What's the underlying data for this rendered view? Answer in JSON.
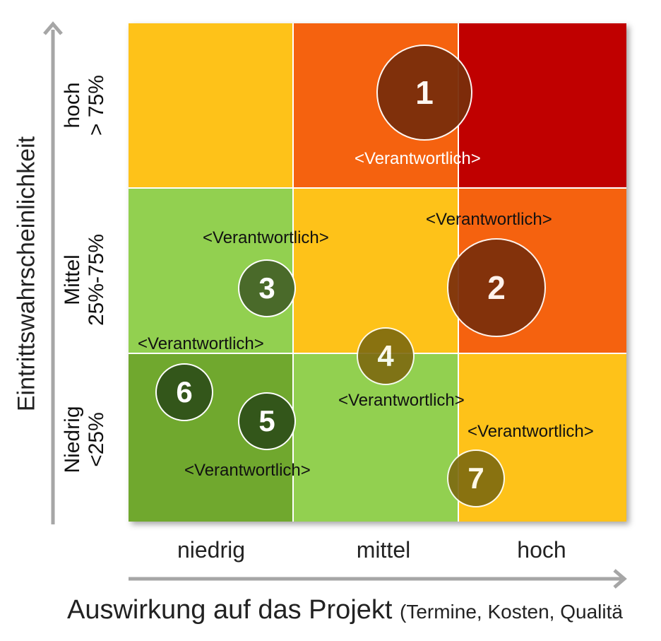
{
  "y_axis": {
    "title": "Eintrittswahrscheinlichkeit",
    "rows": [
      {
        "line1": "hoch",
        "line2": "> 75%"
      },
      {
        "line1": "Mittel",
        "line2": "25%-75%"
      },
      {
        "line1": "Niedrig",
        "line2": "<25%"
      }
    ]
  },
  "x_axis": {
    "title": "Auswirkung auf das Projekt",
    "subtitle": "(Termine, Kosten, Qualitä",
    "columns": [
      "niedrig",
      "mittel",
      "hoch"
    ]
  },
  "cell_colors": [
    [
      "#FEC219",
      "#F5620F",
      "#C00000"
    ],
    [
      "#92D050",
      "#FEC219",
      "#F5620F"
    ],
    [
      "#70A82E",
      "#92D050",
      "#FEC219"
    ]
  ],
  "risks": [
    {
      "number": "1",
      "responsible": "<Verantwortlich>",
      "color": "#7A2E0B",
      "label_color": "#ffffff"
    },
    {
      "number": "2",
      "responsible": "<Verantwortlich>",
      "color": "#7A2E0B",
      "label_color": "#111111"
    },
    {
      "number": "3",
      "responsible": "<Verantwortlich>",
      "color": "#4A6A2A",
      "label_color": "#111111"
    },
    {
      "number": "4",
      "responsible": "<Verantwortlich>",
      "color": "#7D6A10",
      "label_color": "#111111"
    },
    {
      "number": "5",
      "responsible": "<Verantwortlich>",
      "color": "#33561A",
      "label_color": "#111111"
    },
    {
      "number": "6",
      "responsible": "<Verantwortlich>",
      "color": "#33561A",
      "label_color": "#111111"
    },
    {
      "number": "7",
      "responsible": "<Verantwortlich>",
      "color": "#7D6A10",
      "label_color": "#111111"
    }
  ]
}
